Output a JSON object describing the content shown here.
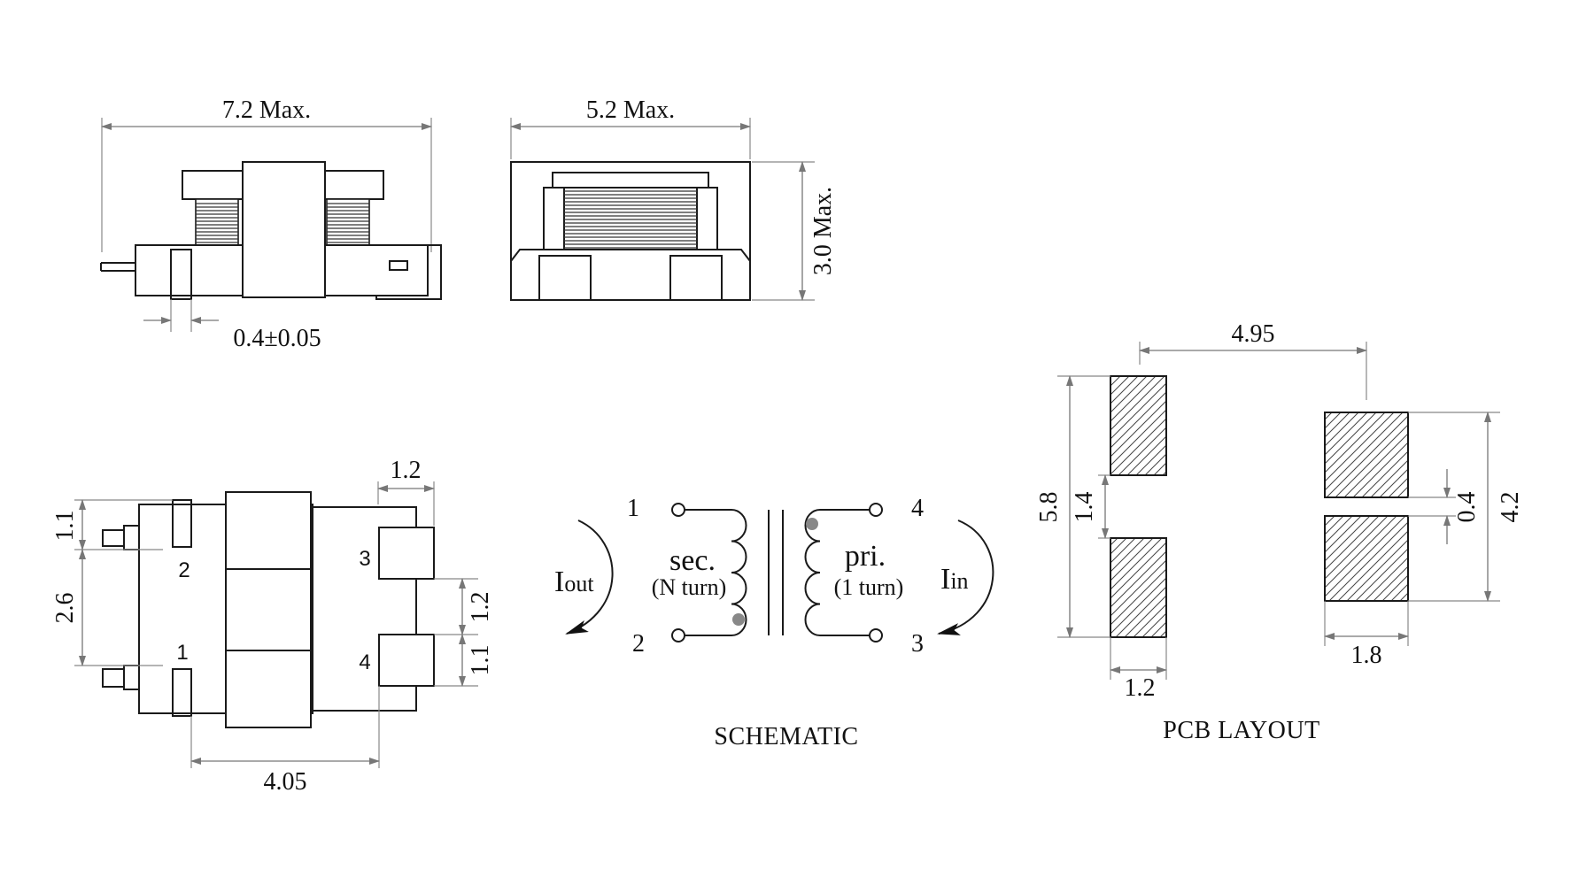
{
  "side_view": {
    "width_label": "7.2 Max.",
    "lead_label": "0.4±0.05"
  },
  "front_view": {
    "width_label": "5.2 Max.",
    "height_label": "3.0 Max."
  },
  "bottom_view": {
    "top_dim": "1.2",
    "dim_left_1": "1.1",
    "dim_left_2": "2.6",
    "dim_right_1": "1.2",
    "dim_right_2": "1.1",
    "bottom_dim": "4.05",
    "pins": [
      "2",
      "1",
      "3",
      "4"
    ]
  },
  "schematic": {
    "pin1": "1",
    "pin2": "2",
    "pin3": "3",
    "pin4": "4",
    "sec_label": "sec.",
    "sec_turns": "(N turn)",
    "pri_label": "pri.",
    "pri_turns": "(1 turn)",
    "iout_main": "I",
    "iout_sub": "out",
    "iin_main": "I",
    "iin_sub": "in",
    "caption": "SCHEMATIC"
  },
  "pcb": {
    "pitch": "4.95",
    "height_left": "5.8",
    "gap_left": "1.4",
    "pad_width_left": "1.2",
    "height_right": "4.2",
    "gap_right": "0.4",
    "pad_width_right": "1.8",
    "caption": "PCB LAYOUT"
  },
  "colors": {
    "line": "#1a1a1a",
    "dimension": "#777777",
    "dot": "#888888"
  }
}
